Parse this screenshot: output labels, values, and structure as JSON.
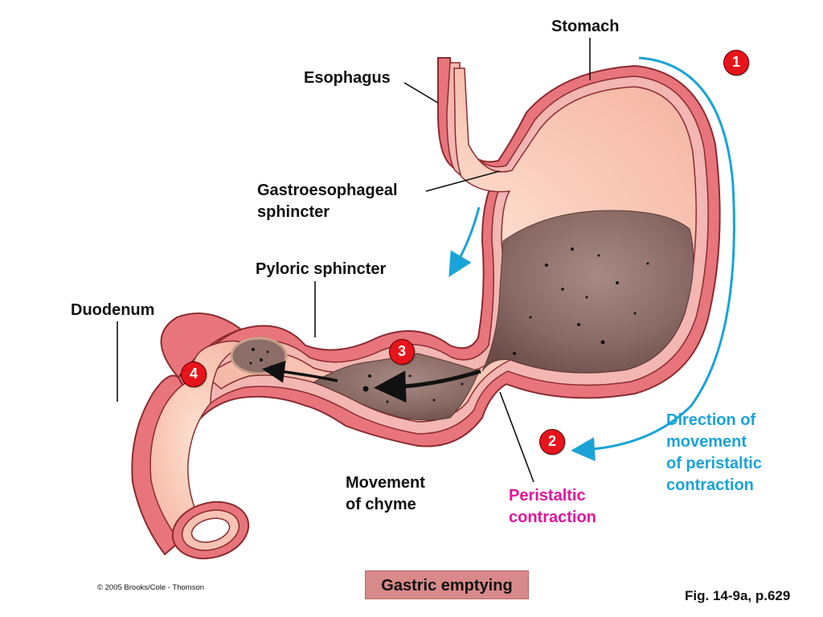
{
  "labels": {
    "stomach": "Stomach",
    "esophagus": "Esophagus",
    "gastroesophageal_sphincter": "Gastroesophageal\nsphincter",
    "pyloric_sphincter": "Pyloric sphincter",
    "duodenum": "Duodenum",
    "movement_of_chyme": "Movement\nof chyme",
    "peristaltic_contraction": "Peristaltic\ncontraction",
    "direction_of_movement": "Direction of\nmovement\nof peristaltic\ncontraction"
  },
  "steps": [
    "1",
    "2",
    "3",
    "4"
  ],
  "caption": "Gastric emptying",
  "copyright": "© 2005 Brooks/Cole - Thomson",
  "figure_ref": "Fig. 14-9a, p.629",
  "colors": {
    "wall_outer": "#e8747c",
    "wall_inner": "#f3b6b2",
    "lumen": "#fbd2bf",
    "chyme": "#7d5b56",
    "chyme_light": "#a68580",
    "arrow_cyan": "#1aa3d6",
    "peristaltic_text": "#e0159a",
    "step_badge": "#e8141b",
    "caption_bg": "#d8898a"
  }
}
